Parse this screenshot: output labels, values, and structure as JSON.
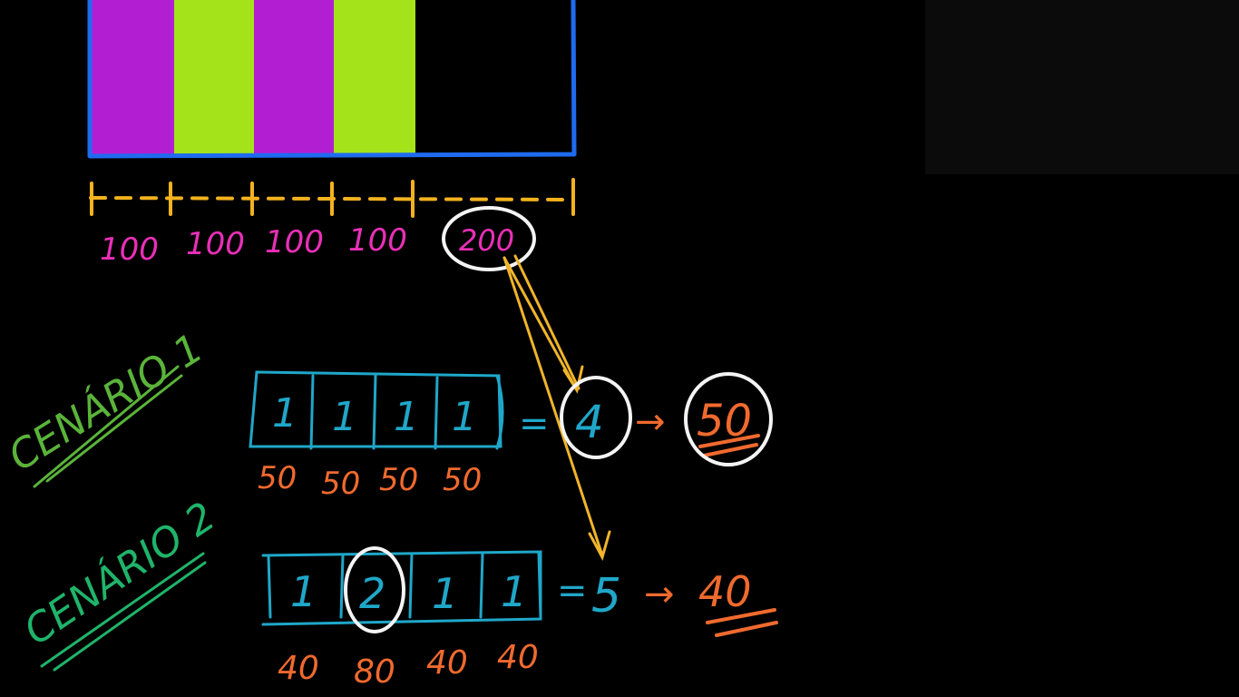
{
  "colors": {
    "background": "#000000",
    "purple": "#b21fd3",
    "lime": "#a4e31a",
    "blue": "#1f6bf0",
    "orange_scale": "#f3b21e",
    "pink": "#ea2fb8",
    "white": "#f4f4f4",
    "teal": "#1fa7c9",
    "coral": "#f06a2e",
    "green": "#5ab43a",
    "arrow_yellow": "#f1b42a"
  },
  "bar_chart": {
    "segments": [
      {
        "color": "purple",
        "label": "100"
      },
      {
        "color": "lime",
        "label": "100"
      },
      {
        "color": "purple",
        "label": "100"
      },
      {
        "color": "lime",
        "label": "100"
      },
      {
        "color": "empty",
        "label": "200"
      }
    ]
  },
  "scenarios": [
    {
      "label": "CENÁRIO 1",
      "cells": [
        "1",
        "1",
        "1",
        "1"
      ],
      "values": [
        "50",
        "50",
        "50",
        "50"
      ],
      "equals": "=",
      "total": "4",
      "arrow": "→",
      "result": "50"
    },
    {
      "label": "CENÁRIO 2",
      "cells": [
        "1",
        "2",
        "1",
        "1"
      ],
      "values": [
        "40",
        "80",
        "40",
        "40"
      ],
      "equals": "=",
      "total": "5",
      "arrow": "→",
      "result": "40"
    }
  ]
}
